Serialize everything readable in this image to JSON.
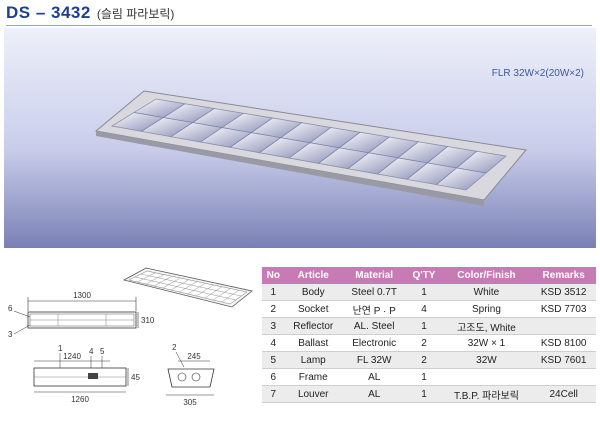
{
  "header": {
    "model": "DS – 3432",
    "subtitle": "(슬림 파라보릭)"
  },
  "spec": "FLR 32W×2(20W×2)",
  "drawing": {
    "top_length": "1300",
    "depth": "310",
    "callout_a": "6",
    "callout_b": "3",
    "callout_c": "1",
    "callout_d": "4",
    "callout_e": "5",
    "inner_length": "1240",
    "height": "45",
    "overall_length": "1260",
    "callout_f": "2",
    "side_inner": "245",
    "side_width": "305"
  },
  "table": {
    "headers": [
      "No",
      "Article",
      "Material",
      "Q'TY",
      "Color/Finish",
      "Remarks"
    ],
    "rows": [
      [
        "1",
        "Body",
        "Steel 0.7T",
        "1",
        "White",
        "KSD 3512"
      ],
      [
        "2",
        "Socket",
        "난연 P · P",
        "4",
        "Spring",
        "KSD 7703"
      ],
      [
        "3",
        "Reflector",
        "AL. Steel",
        "1",
        "고조도, White",
        ""
      ],
      [
        "4",
        "Ballast",
        "Electronic",
        "2",
        "32W × 1",
        "KSD 8100"
      ],
      [
        "5",
        "Lamp",
        "FL 32W",
        "2",
        "32W",
        "KSD 7601"
      ],
      [
        "6",
        "Frame",
        "AL",
        "1",
        "",
        ""
      ],
      [
        "7",
        "Louver",
        "AL",
        "1",
        "T.B.P. 파라보릭",
        "24Cell"
      ]
    ]
  },
  "colors": {
    "header_bg": "#c87ab4",
    "model_text": "#1f3f8f",
    "photo_bg": "#c7cbe8"
  }
}
